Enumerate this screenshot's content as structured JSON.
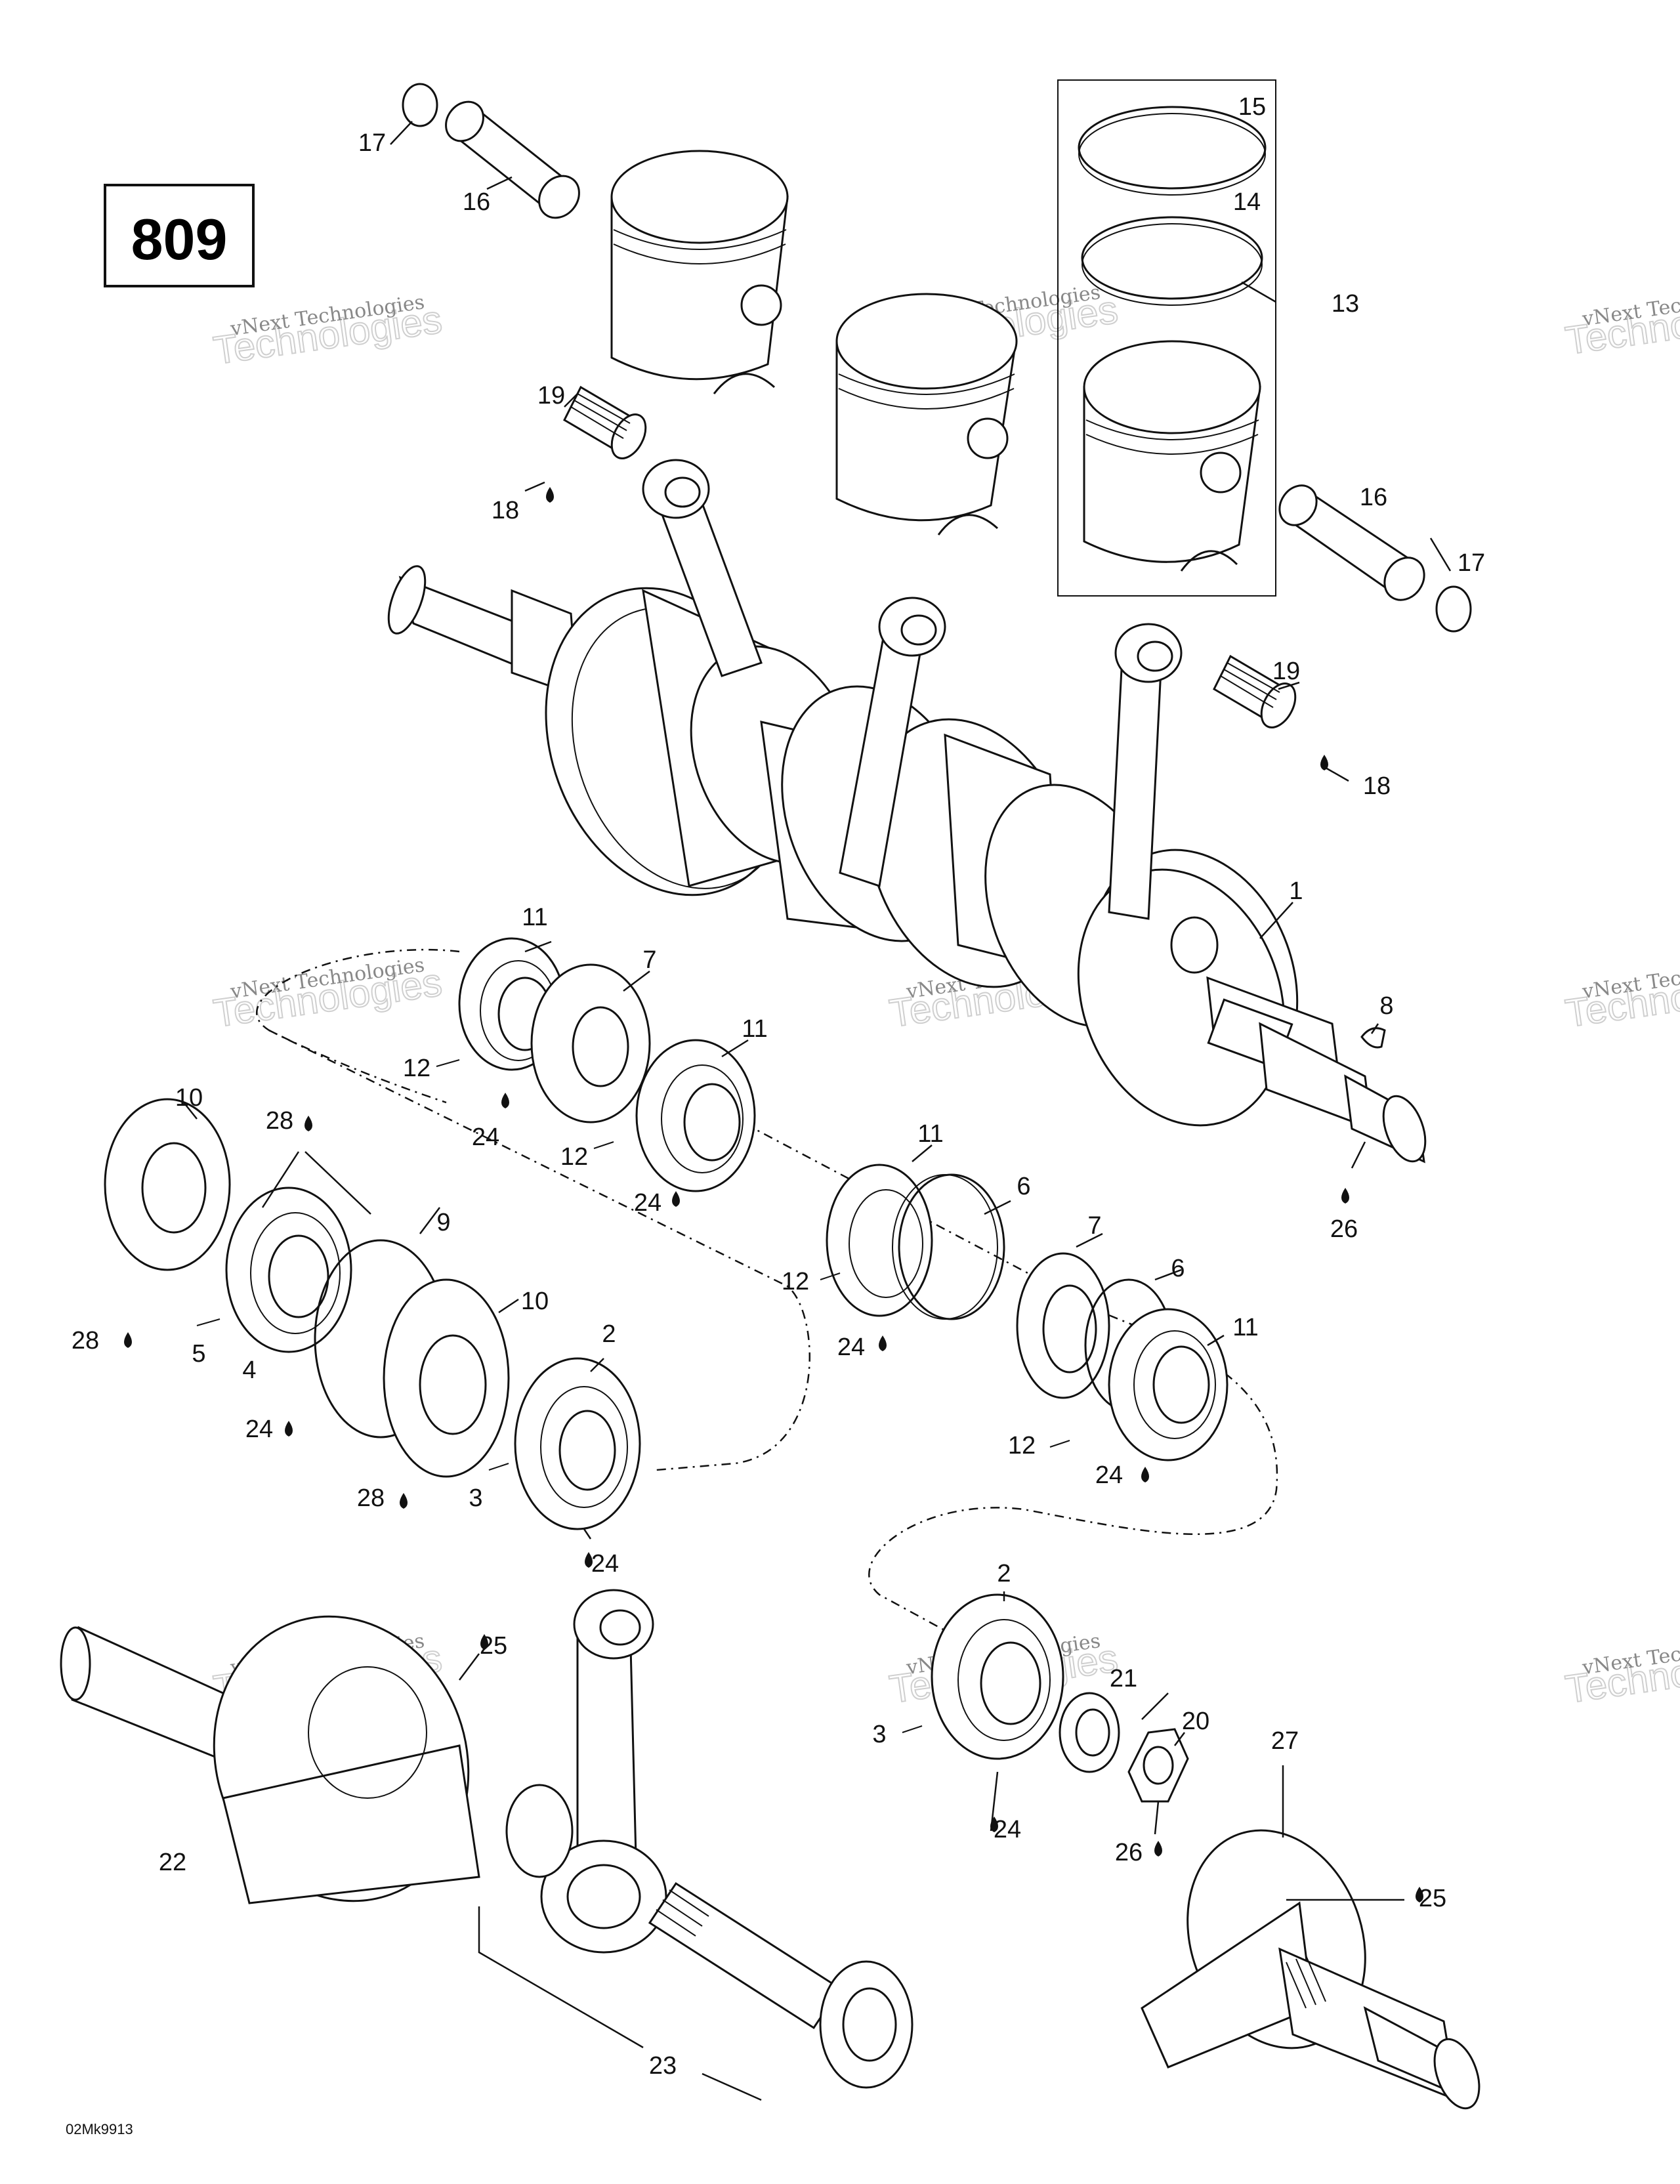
{
  "diagram_number": "809",
  "footer_code": "02Mk9913",
  "watermark": {
    "line1": "vNext Technologies",
    "line2": "Technologies"
  },
  "callouts": [
    {
      "id": "c1",
      "text": "1"
    },
    {
      "id": "c2a",
      "text": "2"
    },
    {
      "id": "c2b",
      "text": "2"
    },
    {
      "id": "c3a",
      "text": "3"
    },
    {
      "id": "c3b",
      "text": "3"
    },
    {
      "id": "c4",
      "text": "4"
    },
    {
      "id": "c5",
      "text": "5"
    },
    {
      "id": "c6a",
      "text": "6"
    },
    {
      "id": "c6b",
      "text": "6"
    },
    {
      "id": "c7a",
      "text": "7"
    },
    {
      "id": "c7b",
      "text": "7"
    },
    {
      "id": "c8",
      "text": "8"
    },
    {
      "id": "c9",
      "text": "9"
    },
    {
      "id": "c10a",
      "text": "10"
    },
    {
      "id": "c10b",
      "text": "10"
    },
    {
      "id": "c11a",
      "text": "11"
    },
    {
      "id": "c11b",
      "text": "11"
    },
    {
      "id": "c11c",
      "text": "11"
    },
    {
      "id": "c11d",
      "text": "11"
    },
    {
      "id": "c12a",
      "text": "12"
    },
    {
      "id": "c12b",
      "text": "12"
    },
    {
      "id": "c12c",
      "text": "12"
    },
    {
      "id": "c12d",
      "text": "12"
    },
    {
      "id": "c13",
      "text": "13"
    },
    {
      "id": "c14",
      "text": "14"
    },
    {
      "id": "c15",
      "text": "15"
    },
    {
      "id": "c16a",
      "text": "16"
    },
    {
      "id": "c16b",
      "text": "16"
    },
    {
      "id": "c17a",
      "text": "17"
    },
    {
      "id": "c17b",
      "text": "17"
    },
    {
      "id": "c18a",
      "text": "18"
    },
    {
      "id": "c18b",
      "text": "18"
    },
    {
      "id": "c19a",
      "text": "19"
    },
    {
      "id": "c19b",
      "text": "19"
    },
    {
      "id": "c20",
      "text": "20"
    },
    {
      "id": "c21",
      "text": "21"
    },
    {
      "id": "c22",
      "text": "22"
    },
    {
      "id": "c23",
      "text": "23"
    },
    {
      "id": "c24a",
      "text": "24"
    },
    {
      "id": "c24b",
      "text": "24"
    },
    {
      "id": "c24c",
      "text": "24"
    },
    {
      "id": "c24d",
      "text": "24"
    },
    {
      "id": "c24e",
      "text": "24"
    },
    {
      "id": "c24f",
      "text": "24"
    },
    {
      "id": "c24g",
      "text": "24"
    },
    {
      "id": "c25a",
      "text": "25"
    },
    {
      "id": "c25b",
      "text": "25"
    },
    {
      "id": "c26a",
      "text": "26"
    },
    {
      "id": "c26b",
      "text": "26"
    },
    {
      "id": "c27",
      "text": "27"
    },
    {
      "id": "c28a",
      "text": "28"
    },
    {
      "id": "c28b",
      "text": "28"
    },
    {
      "id": "c28c",
      "text": "28"
    }
  ]
}
